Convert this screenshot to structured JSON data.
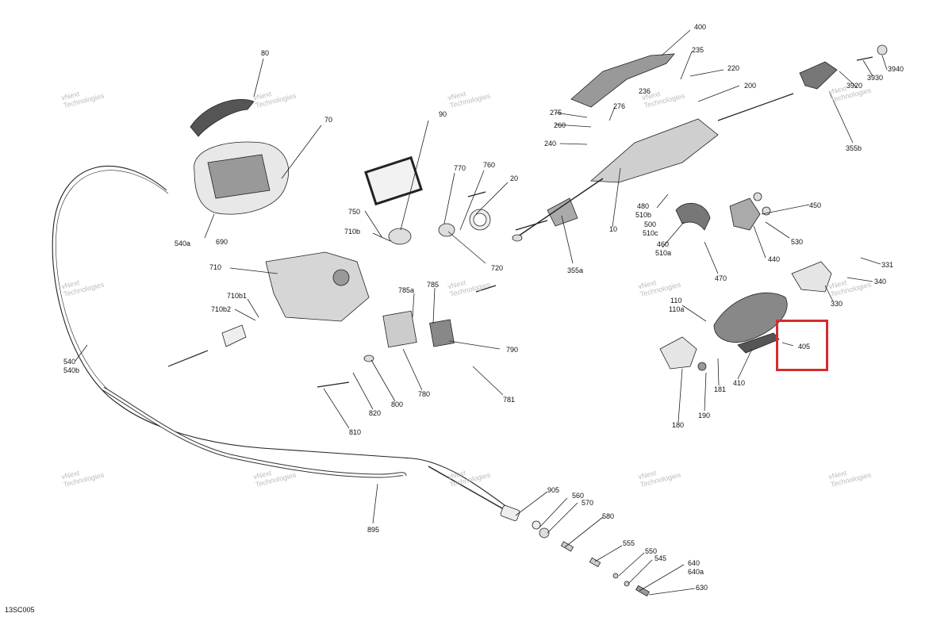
{
  "diagram": {
    "code": "13SC005",
    "watermark": {
      "line1": "vNext",
      "line2": "Technologies"
    },
    "highlight_color": "#d62c2c",
    "highlighted_part": "405",
    "labels": {
      "p80": "80",
      "p70": "70",
      "p90": "90",
      "p770": "770",
      "p760": "760",
      "p20": "20",
      "p750": "750",
      "p710b": "710b",
      "p540a": "540a",
      "p690": "690",
      "p710": "710",
      "p710b1": "710b1",
      "p710b2": "710b2",
      "p720": "720",
      "p355a": "355a",
      "p785a": "785a",
      "p785": "785",
      "p790": "790",
      "p780": "780",
      "p781": "781",
      "p800": "800",
      "p820": "820",
      "p810": "810",
      "p540": "540",
      "p540b": "540b",
      "p895": "895",
      "p905": "905",
      "p560": "560",
      "p570": "570",
      "p580": "580",
      "p555": "555",
      "p550": "550",
      "p545": "545",
      "p640": "640",
      "p640a": "640a",
      "p630": "630",
      "p400": "400",
      "p235": "235",
      "p220": "220",
      "p236": "236",
      "p200": "200",
      "p275": "275",
      "p276": "276",
      "p260": "260",
      "p240": "240",
      "p10": "10",
      "p3940": "3940",
      "p3930": "3930",
      "p3920": "3920",
      "p355b": "355b",
      "p480": "480",
      "p510b": "510b",
      "p500": "500",
      "p510c": "510c",
      "p460": "460",
      "p510a": "510a",
      "p450": "450",
      "p530": "530",
      "p440": "440",
      "p470": "470",
      "p331": "331",
      "p340": "340",
      "p330": "330",
      "p110": "110",
      "p110a": "110a",
      "p405": "405",
      "p410": "410",
      "p181": "181",
      "p190": "190",
      "p180": "180"
    }
  }
}
